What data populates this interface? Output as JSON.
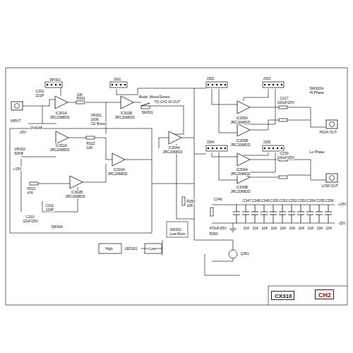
{
  "diagram": {
    "nodes": [
      {
        "text": [
          "CX310"
        ]
      },
      {
        "text": [
          "CH2"
        ]
      }
    ],
    "labels": [
      "INPUT",
      "RP301",
      "C301",
      "221P",
      "IC301A",
      "JRC2068DD",
      "R301",
      "10K",
      "1N4148",
      "-15V",
      "VR301",
      "100K",
      "CD Boost",
      "J301",
      "IC301B",
      "JRC2068DD",
      "Mode: Mono/Stereo",
      "TO CH1 IN OUT",
      "SW301",
      "J302",
      "J303",
      "IC305A",
      "JRC2068DD",
      "IC305B",
      "JRC2068DD",
      "C317",
      "100uF/25V",
      "SW303A",
      "Hi Phase",
      "HIGH OUT",
      "IC306A",
      "JRC2068DD",
      "IC306B",
      "JRC2068DD",
      "C330",
      "100uF/25V",
      "Lo Phase",
      "LOW OUT",
      "J304",
      "J305",
      "C347",
      "C348",
      "C349",
      "C350",
      "C351",
      "C352",
      "C353",
      "C354",
      "C355",
      "C356",
      "104",
      "104",
      "104",
      "104",
      "104",
      "104",
      "104",
      "104",
      "104",
      "104",
      "C346",
      "470uF/25V",
      "+15V",
      "-15V",
      "VR302",
      "50KB",
      "IC302A",
      "JRC2068DD",
      "R322",
      "22K",
      "R321",
      "47K",
      "IC303A",
      "JRC2068DD",
      "IC302B",
      "JRC2068DD",
      "C311",
      "100P",
      "+15V",
      "C310",
      "22uF/25V",
      "SW304",
      "IC304A",
      "JRC2068DD",
      "R350",
      "10K",
      "SW302",
      "Low Mute",
      "High",
      "LED301",
      "Q301",
      "R360",
      "Low"
    ]
  }
}
